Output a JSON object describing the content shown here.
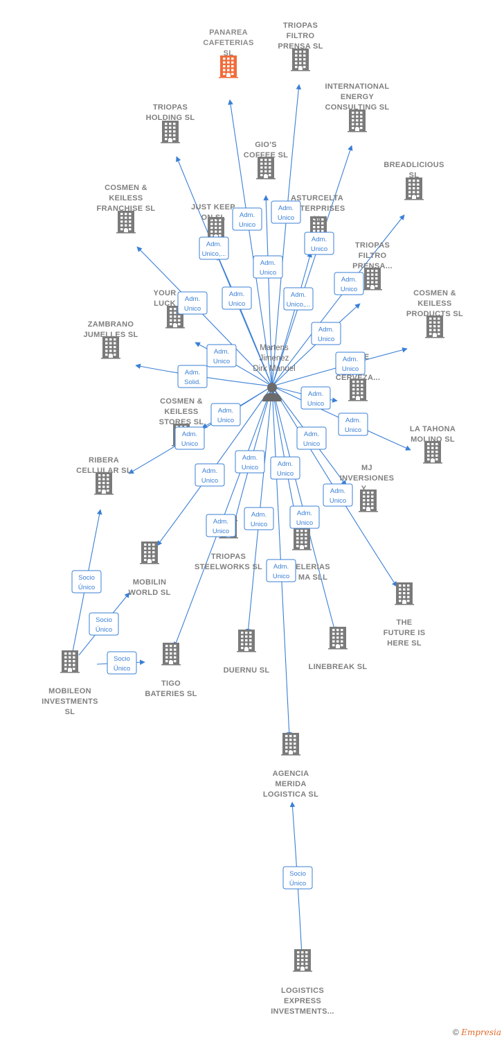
{
  "colors": {
    "edge": "#3a7fd5",
    "building": "#7a7a7a",
    "highlight": "#f26b3a",
    "label": "#7f7f7f"
  },
  "person": {
    "name": [
      "Martens",
      "Jimenez",
      "Dirk Manuel"
    ],
    "icon": "person-icon"
  },
  "companies": [
    {
      "id": "panarea",
      "lines": [
        "PANAREA",
        "CAFETERIAS",
        "SL"
      ],
      "highlight": true
    },
    {
      "id": "triopas-filtro",
      "lines": [
        "TRIOPAS",
        "FILTRO",
        "PRENSA SL"
      ]
    },
    {
      "id": "international-energy",
      "lines": [
        "INTERNATIONAL",
        "ENERGY",
        "CONSULTING SL"
      ]
    },
    {
      "id": "triopas-holding",
      "lines": [
        "TRIOPAS",
        "HOLDING SL"
      ]
    },
    {
      "id": "gios-coffee",
      "lines": [
        "GIO'S",
        "COFFEE SL"
      ]
    },
    {
      "id": "breadlicious",
      "lines": [
        "BREADLICIOUS",
        "SL"
      ]
    },
    {
      "id": "cosmen-franchise",
      "lines": [
        "COSMEN &",
        "KEILESS",
        "FRANCHISE SL"
      ]
    },
    {
      "id": "just-keep",
      "lines": [
        "JUST KEEP",
        "ON SL"
      ]
    },
    {
      "id": "asturcelta",
      "lines": [
        "ASTURCELTA",
        "ENTERPRISES",
        "SL"
      ]
    },
    {
      "id": "triopas-filtro-2",
      "lines": [
        "TRIOPAS",
        "FILTRO",
        "PRENSA..."
      ]
    },
    {
      "id": "your-luck",
      "lines": [
        "YOUR",
        "LUCK"
      ]
    },
    {
      "id": "cosmen-products",
      "lines": [
        "COSMEN &",
        "KEILESS",
        "PRODUCTS SL"
      ]
    },
    {
      "id": "zambrano",
      "lines": [
        "ZAMBRANO",
        "JUMELLES SL"
      ]
    },
    {
      "id": "cerveza",
      "lines": [
        "ONDE",
        "A",
        "CERVEZA..."
      ]
    },
    {
      "id": "cosmen-stores",
      "lines": [
        "COSMEN &",
        "KEILESS",
        "STORES SL"
      ]
    },
    {
      "id": "la-tahona",
      "lines": [
        "LA TAHONA",
        "MOLINO SL"
      ]
    },
    {
      "id": "ribera",
      "lines": [
        "RIBERA",
        "CELLULAR SL"
      ]
    },
    {
      "id": "mj-inversiones",
      "lines": [
        "MJ",
        "INVERSIONES",
        "Y..."
      ]
    },
    {
      "id": "mobilin",
      "lines": [
        "MOBILIN",
        "WORLD SL"
      ]
    },
    {
      "id": "triopas-steelworks",
      "lines": [
        "TRIOPAS",
        "STEELWORKS SL"
      ]
    },
    {
      "id": "cafeterias-sll",
      "lines": [
        "ELERIAS",
        "MA SLL"
      ]
    },
    {
      "id": "the-future",
      "lines": [
        "THE",
        "FUTURE IS",
        "HERE SL"
      ]
    },
    {
      "id": "mobileon",
      "lines": [
        "MOBILEON",
        "INVESTMENTS",
        "SL"
      ]
    },
    {
      "id": "tigo",
      "lines": [
        "TIGO",
        "BATERIES SL"
      ]
    },
    {
      "id": "duernu",
      "lines": [
        "DUERNU SL"
      ]
    },
    {
      "id": "linebreak",
      "lines": [
        "LINEBREAK SL"
      ]
    },
    {
      "id": "agencia-merida",
      "lines": [
        "AGENCIA",
        "MERIDA",
        "LOGISTICA SL"
      ]
    },
    {
      "id": "logistics-express",
      "lines": [
        "LOGISTICS",
        "EXPRESS",
        "INVESTMENTS..."
      ]
    }
  ],
  "relations": [
    {
      "from": "person",
      "to": "panarea",
      "label": [
        "Adm.",
        "Unico"
      ]
    },
    {
      "from": "person",
      "to": "triopas-filtro",
      "label": [
        "Adm.",
        "Unico"
      ]
    },
    {
      "from": "person",
      "to": "international-energy",
      "label": [
        "Adm.",
        "Unico"
      ]
    },
    {
      "from": "person",
      "to": "triopas-holding",
      "label": [
        "Adm.",
        "Unico,..."
      ]
    },
    {
      "from": "person",
      "to": "gios-coffee",
      "label": [
        "Adm.",
        "Unico"
      ]
    },
    {
      "from": "person",
      "to": "breadlicious",
      "label": [
        "Adm.",
        "Unico"
      ]
    },
    {
      "from": "person",
      "to": "cosmen-franchise",
      "label": [
        "Adm.",
        "Unico"
      ]
    },
    {
      "from": "person",
      "to": "just-keep",
      "label": [
        "Adm.",
        "Unico"
      ]
    },
    {
      "from": "person",
      "to": "asturcelta",
      "label": [
        "Adm.",
        "Unico,..."
      ]
    },
    {
      "from": "person",
      "to": "triopas-filtro-2",
      "label": [
        "Adm.",
        "Unico"
      ]
    },
    {
      "from": "person",
      "to": "your-luck",
      "label": [
        "Adm.",
        "Unico"
      ]
    },
    {
      "from": "person",
      "to": "cosmen-products",
      "label": [
        "Adm.",
        "Unico"
      ]
    },
    {
      "from": "person",
      "to": "zambrano",
      "label": [
        "Adm.",
        "Solid."
      ]
    },
    {
      "from": "person",
      "to": "cerveza",
      "label": [
        "Adm.",
        "Unico"
      ]
    },
    {
      "from": "person",
      "to": "cosmen-stores",
      "label": [
        "Adm.",
        "Unico"
      ]
    },
    {
      "from": "person",
      "to": "la-tahona",
      "label": [
        "Adm.",
        "Unico"
      ]
    },
    {
      "from": "person",
      "to": "ribera",
      "label": [
        "Adm.",
        "Unico"
      ]
    },
    {
      "from": "person",
      "to": "mj-inversiones",
      "label": [
        "Adm.",
        "Unico"
      ]
    },
    {
      "from": "person",
      "to": "mobilin",
      "label": [
        "Adm.",
        "Unico"
      ]
    },
    {
      "from": "person",
      "to": "triopas-steelworks",
      "label": [
        "Adm.",
        "Unico"
      ]
    },
    {
      "from": "person",
      "to": "cafeterias-sll",
      "label": [
        "Adm.",
        "Unico"
      ]
    },
    {
      "from": "person",
      "to": "the-future",
      "label": [
        "Adm.",
        "Unico"
      ]
    },
    {
      "from": "person",
      "to": "tigo",
      "label": [
        "Adm.",
        "Unico"
      ]
    },
    {
      "from": "person",
      "to": "duernu",
      "label": [
        "Adm.",
        "Unico"
      ]
    },
    {
      "from": "person",
      "to": "linebreak",
      "label": [
        "Adm.",
        "Unico"
      ]
    },
    {
      "from": "person",
      "to": "agencia-merida",
      "label": [
        "Adm.",
        "Unico"
      ]
    },
    {
      "from": "mobileon",
      "to": "ribera",
      "label": [
        "Socio",
        "Único"
      ]
    },
    {
      "from": "mobileon",
      "to": "mobilin",
      "label": [
        "Socio",
        "Único"
      ]
    },
    {
      "from": "mobileon",
      "to": "tigo",
      "label": [
        "Socio",
        "Único"
      ]
    },
    {
      "from": "logistics-express",
      "to": "agencia-merida",
      "label": [
        "Socio",
        "Único"
      ]
    }
  ],
  "footer": {
    "copyright": "©",
    "brand": "Empresia"
  }
}
